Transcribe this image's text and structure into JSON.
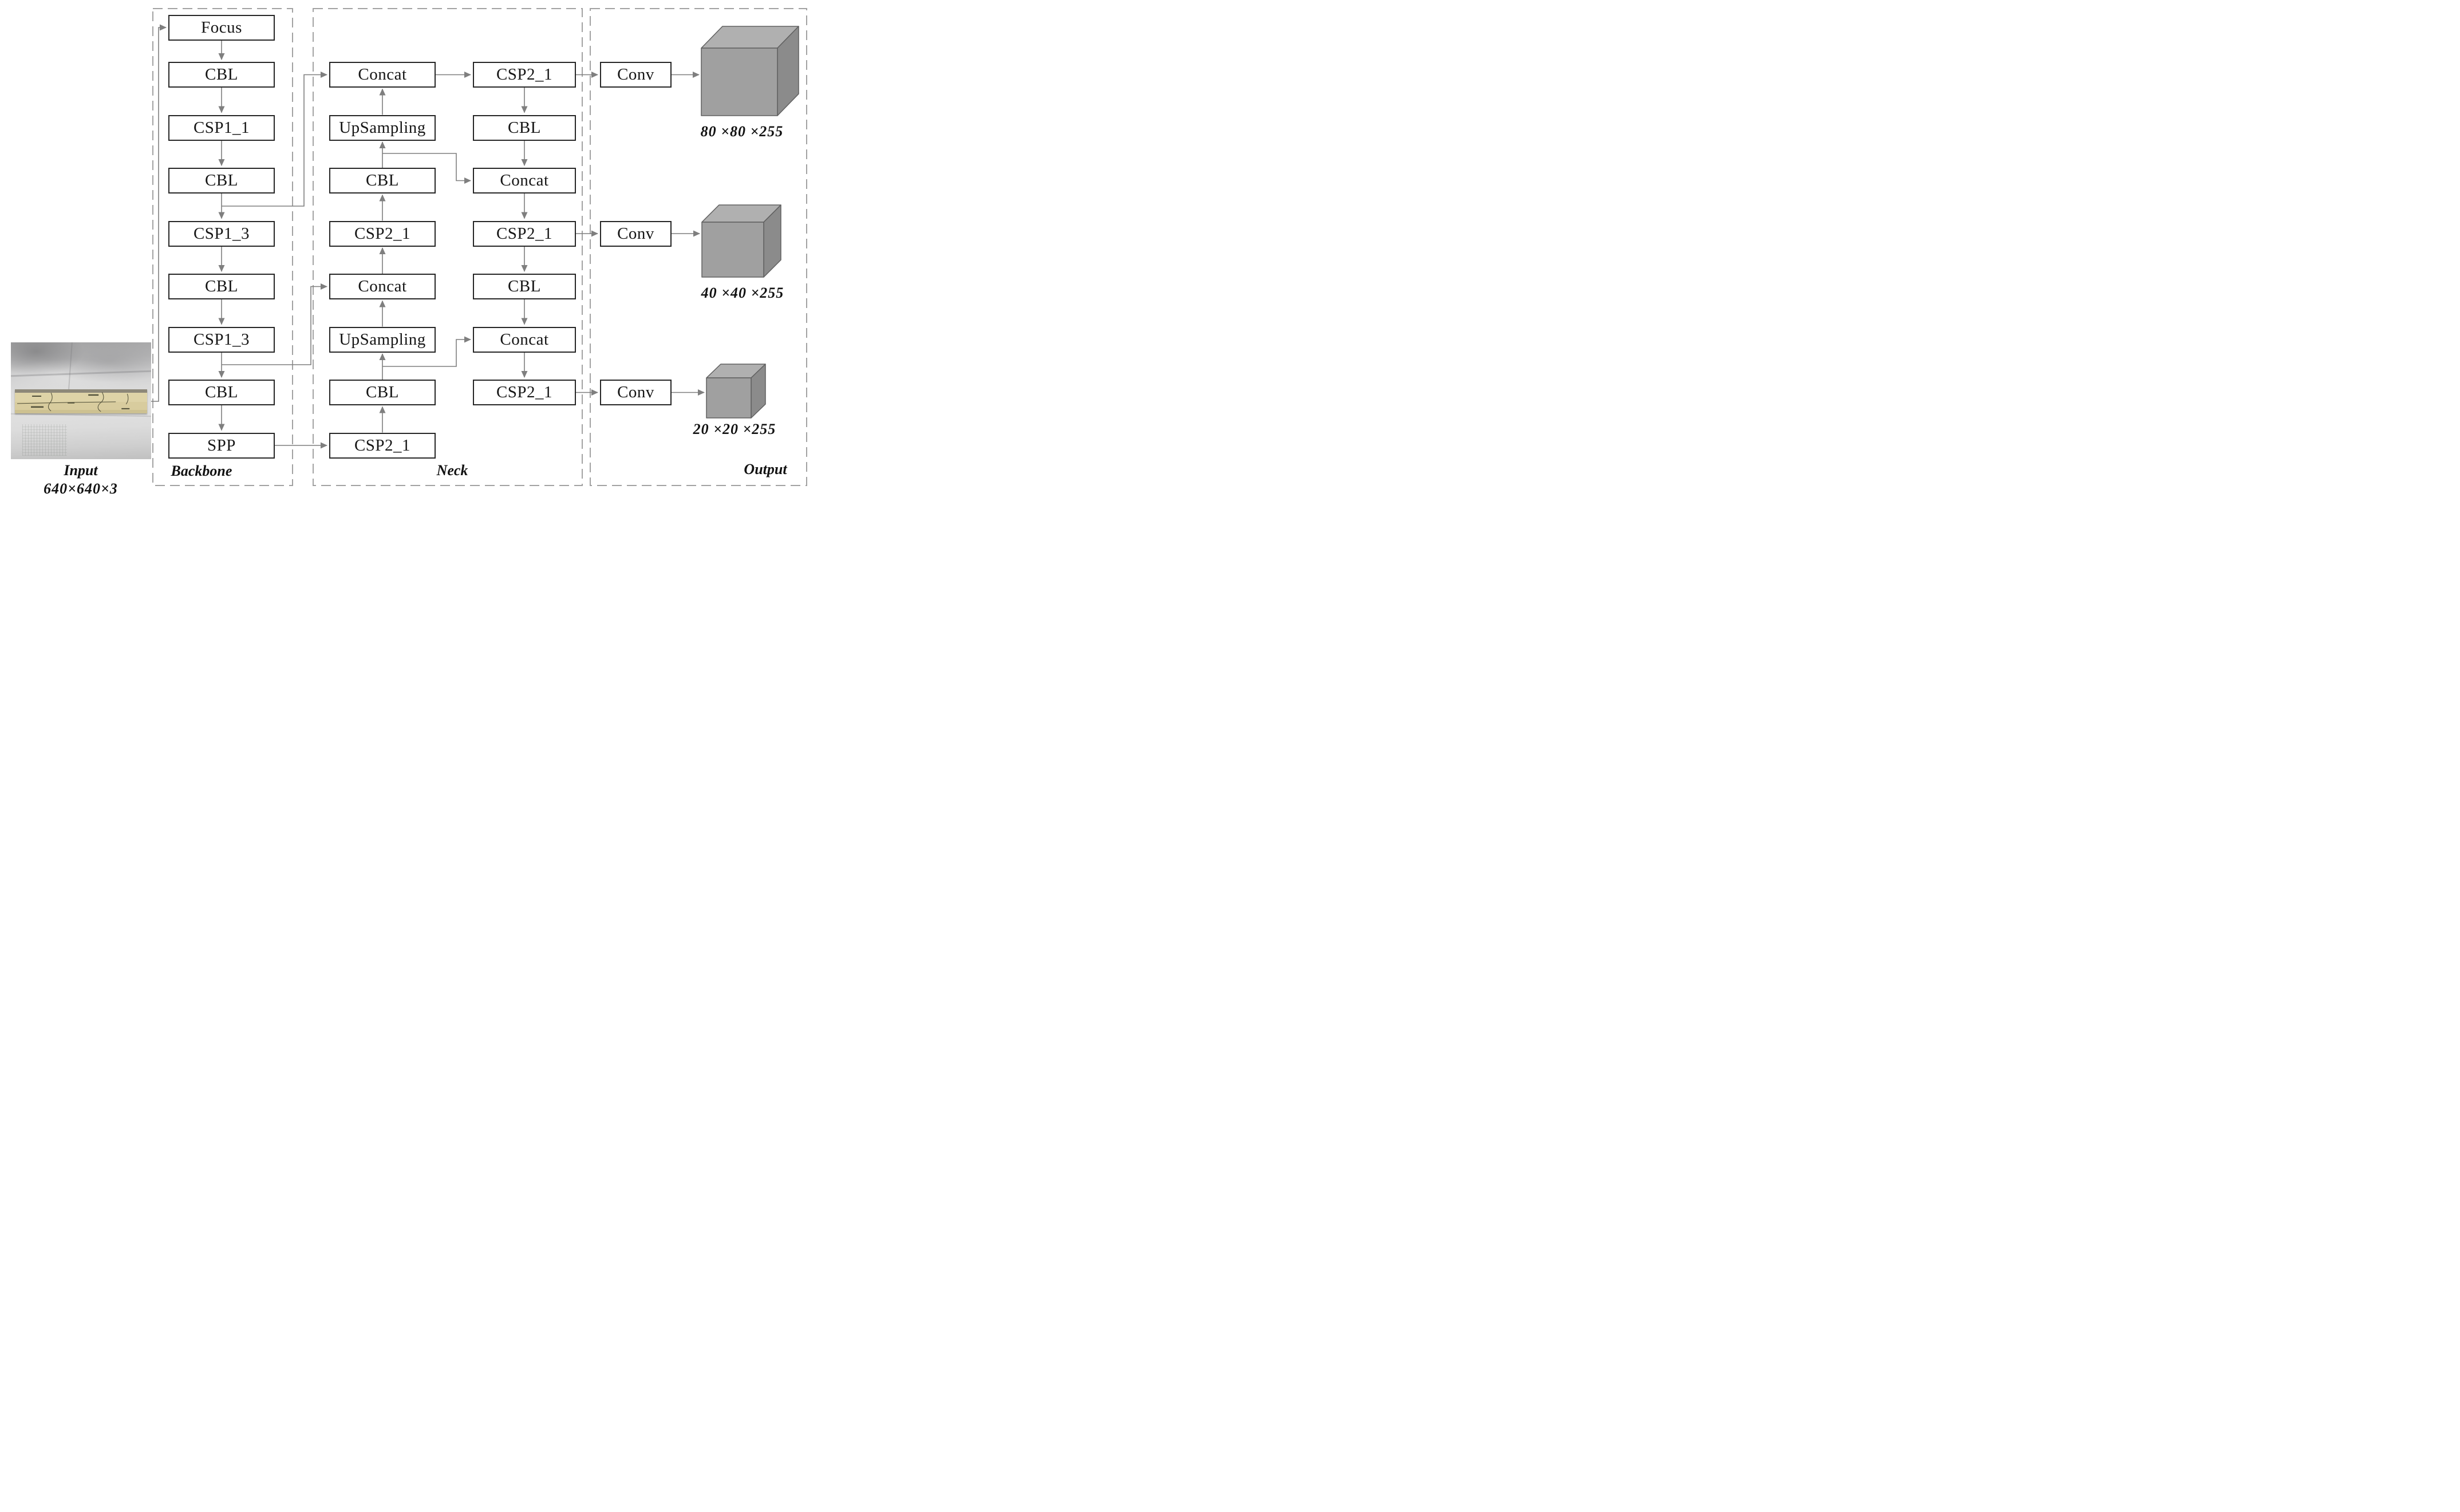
{
  "figure": {
    "title_domain": "YOLOv5 network architecture flow diagram",
    "input": {
      "caption": "Input",
      "dims": "640×640×3"
    },
    "sections": {
      "backbone": "Backbone",
      "neck": "Neck",
      "output": "Output"
    },
    "backbone_nodes": [
      "Focus",
      "CBL",
      "CSP1_1",
      "CBL",
      "CSP1_3",
      "CBL",
      "CSP1_3",
      "CBL",
      "SPP"
    ],
    "neck_col1_nodes": [
      "Concat",
      "UpSampling",
      "CBL",
      "CSP2_1",
      "Concat",
      "UpSampling",
      "CBL",
      "CSP2_1"
    ],
    "neck_col2_nodes": [
      "CSP2_1",
      "CBL",
      "Concat",
      "CSP2_1",
      "CBL",
      "Concat",
      "CSP2_1"
    ],
    "conv_nodes": [
      "Conv",
      "Conv",
      "Conv"
    ],
    "tensor_labels": [
      "80 ×80 ×255",
      "40 ×40 ×255",
      "20 ×20 ×255"
    ],
    "colors": {
      "box_border": "#262626",
      "wire": "#7f7f7f",
      "dashed_border": "#a2a2a2",
      "cube_front": "#a0a0a0",
      "cube_top": "#b0b0b0",
      "cube_side": "#8b8b8b",
      "cube_edge": "#606060",
      "plank_wood": "#ded3a7",
      "crack": "#4f4e38"
    }
  }
}
